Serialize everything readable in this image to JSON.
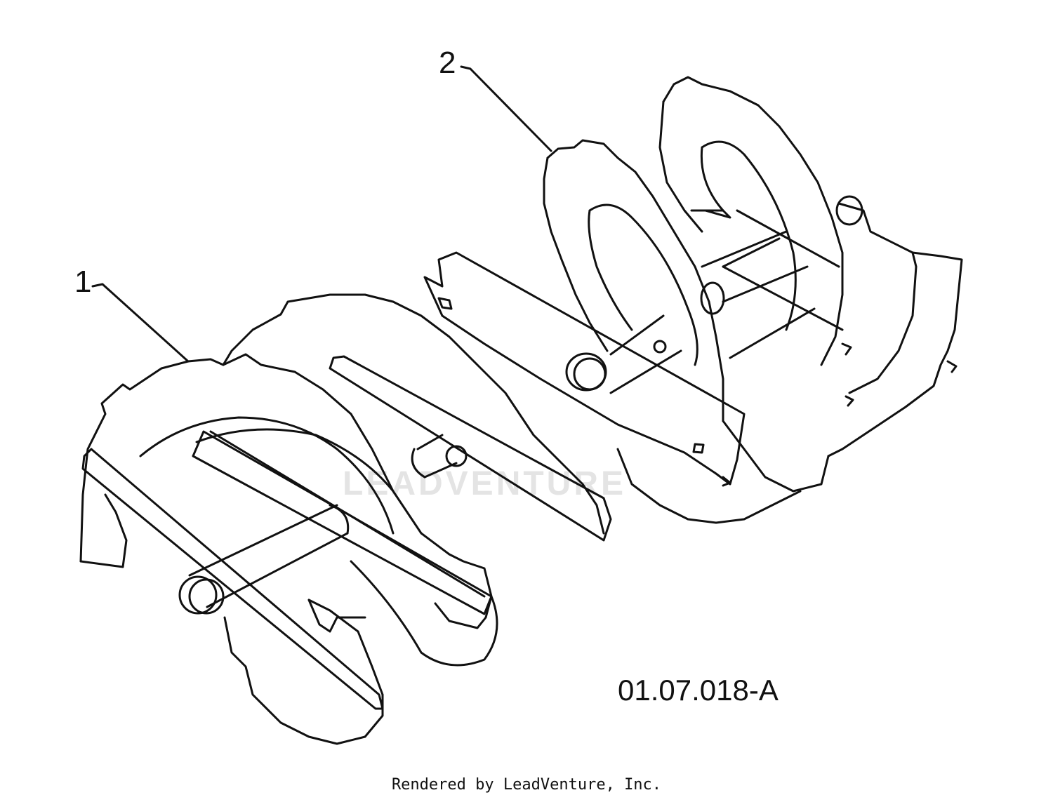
{
  "diagram": {
    "callouts": [
      {
        "label": "1",
        "part": "auger-flight-left"
      },
      {
        "label": "2",
        "part": "auger-flight-right"
      }
    ],
    "figure_number": "01.07.018-A",
    "watermark": "LEADVENTURE",
    "footer": "Rendered by LeadVenture, Inc.",
    "colors": {
      "line": "#111111",
      "background": "#ffffff",
      "watermark": "#e4e4e4"
    }
  }
}
